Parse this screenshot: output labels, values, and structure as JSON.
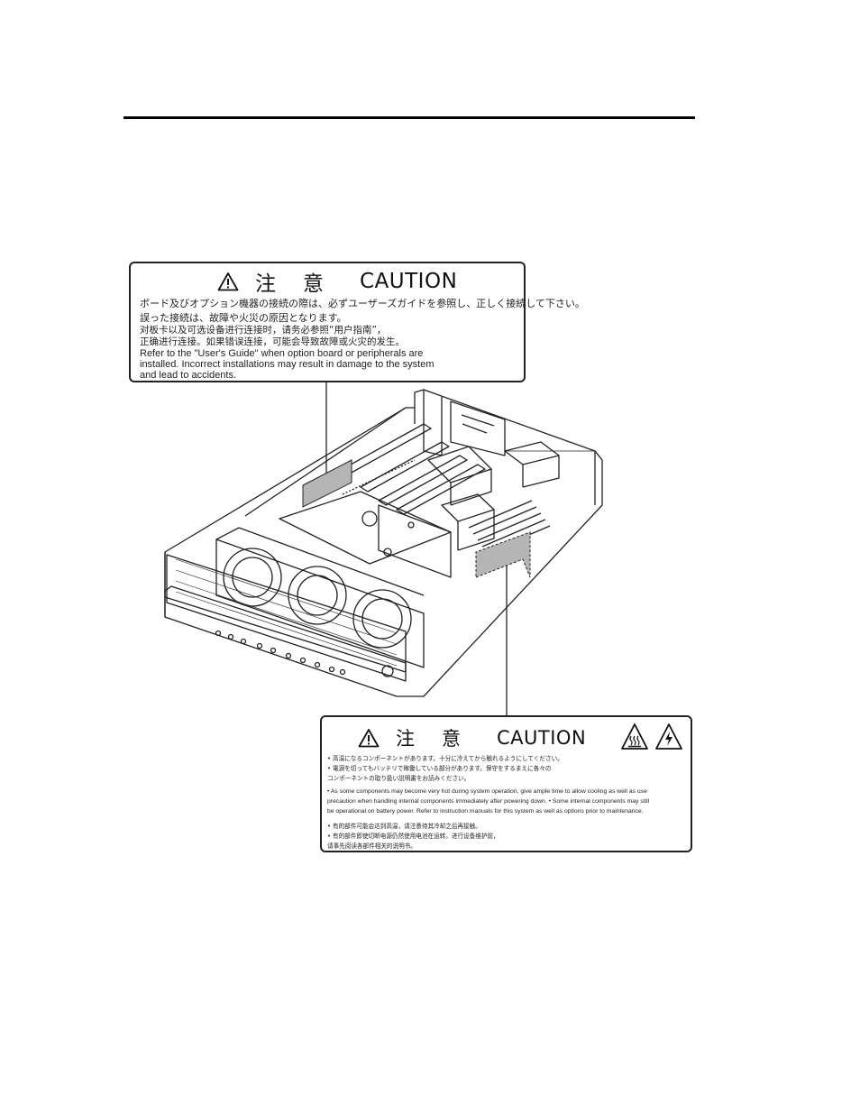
{
  "top_label": {
    "heading_kanji": [
      "注",
      "意"
    ],
    "heading_word": "CAUTION",
    "jp_lines": [
      "ボード及びオプション機器の接続の際は、必ずユーザーズガイドを参照し、正しく接続して下さい。",
      "誤った接続は、故障や火災の原因となります。"
    ],
    "cn_lines": [
      "对板卡以及可选设备进行连接时，请务必参照“用户指南”，",
      "正确进行连接。如果错误连接，可能会导致故障或火灾的发生。"
    ],
    "en_lines": [
      "Refer to the \"User's Guide\" when option board or peripherals are",
      "installed.  Incorrect installations may result in damage to the system",
      "and lead to accidents."
    ]
  },
  "bottom_label": {
    "heading_kanji": [
      "注",
      "意"
    ],
    "heading_word": "CAUTION",
    "jp_lines": [
      "• 高温になるコンポーネントがあります。十分に冷えてから触れるようにしてください。",
      "• 電源を切ってもバッテリで稼働している部分があります。保守をするまえに各々の",
      "  コンポーネントの取り扱い説明書をお読みください。"
    ],
    "en_lines": [
      "• As some components may become very hot during system operation, give ample time to allow cooling as well as use",
      "  precaution when handling internal components immediately after powering down. • Some internal components may still",
      "  be operational on battery power. Refer to instruction manuals for this system as well as options prior to maintenance."
    ],
    "cn_lines": [
      "• 有的部件可能会达到高温，请注意待其冷却之后再接触。",
      "• 有的部件即使切断电源仍然使用电池在运转。进行设备维护前，",
      "  请事先阅读各部件相关的说明书。"
    ],
    "icons": [
      "hot-surface-icon",
      "electric-shock-icon"
    ]
  }
}
